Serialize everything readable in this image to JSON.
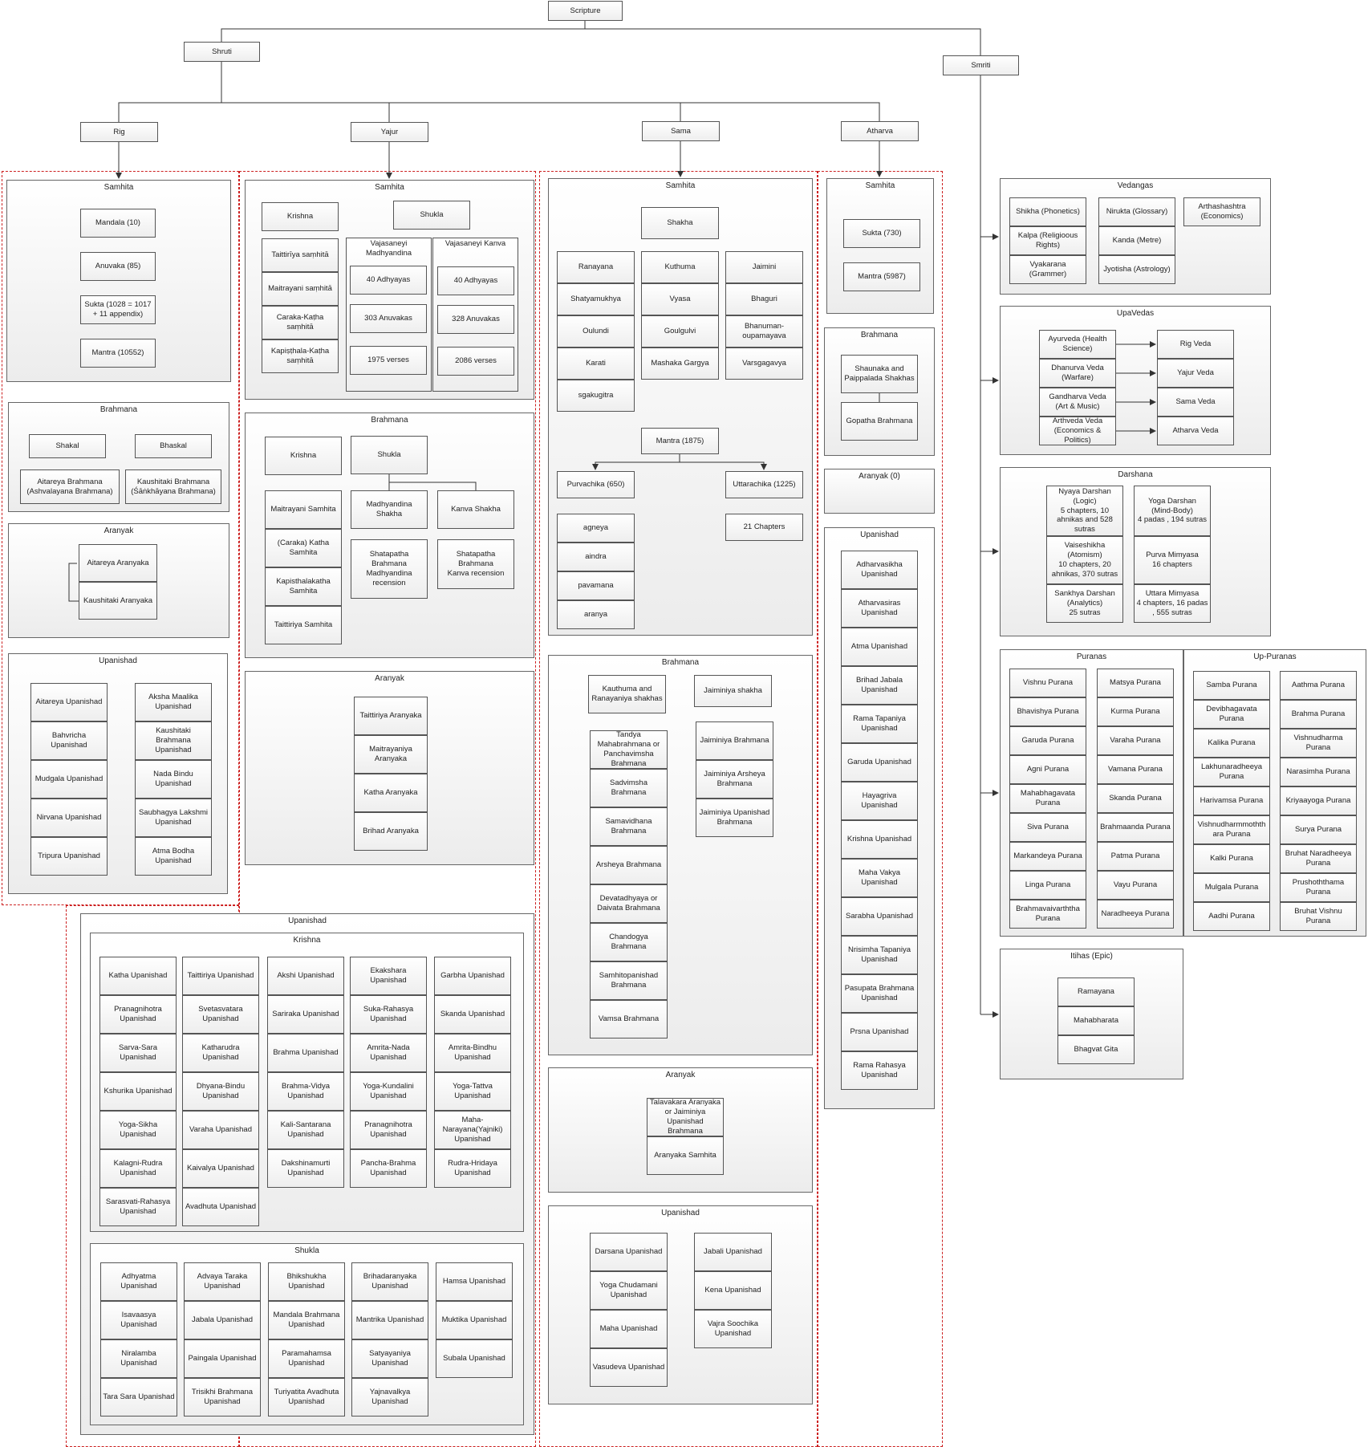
{
  "top": {
    "scripture": "Scripture",
    "shruti": "Shruti",
    "smriti": "Smriti",
    "rig": "Rig",
    "yajur": "Yajur",
    "sama": "Sama",
    "atharva": "Atharva"
  },
  "rig": {
    "samhita": {
      "title": "Samhita",
      "items": [
        "Mandala (10)",
        "Anuvaka (85)",
        "Sukta (1028 = 1017\n+ 11 appendix)",
        "Mantra (10552)"
      ]
    },
    "brahmana": {
      "title": "Brahmana",
      "shakal": "Shakal",
      "bhaskal": "Bhaskal",
      "aitareya": "Aitareya Brahmana\n(Ashvalayana Brahmana)",
      "kaushitaki": "Kaushitaki Brahmana\n(Śāṅkhāyana Brahmana)"
    },
    "aranyak": {
      "title": "Aranyak",
      "items": [
        "Aitareya Aranyaka",
        "Kaushitaki Aranyaka"
      ]
    },
    "upanishad": {
      "title": "Upanishad",
      "col1": [
        "Aitareya Upanishad",
        "Bahvricha\nUpanishad",
        "Mudgala Upanishad",
        "Nirvana Upanishad",
        "Tripura Upanishad"
      ],
      "col2": [
        "Aksha Maalika\nUpanishad",
        "Kaushitaki\nBrahmana\nUpanishad",
        "Nada Bindu\nUpanishad",
        "Saubhagya Lakshmi\nUpanishad",
        "Atma Bodha\nUpanishad"
      ]
    }
  },
  "yajur": {
    "samhita": {
      "title": "Samhita",
      "krishna": "Krishna",
      "shukla": "Shukla",
      "krishna_list": [
        "Taittirīya saṃhitā",
        "Maitrayani saṃhitā",
        "Caraka-Kaṭha\nsaṃhitā",
        "Kapiṣṭhala-Kaṭha\nsaṃhitā"
      ],
      "madh_title": "Vajasaneyi\nMadhyandina",
      "madh": [
        "40 Adhyayas",
        "303 Anuvakas",
        "1975 verses"
      ],
      "kanva_title": "Vajasaneyi Kanva",
      "kanva": [
        "40 Adhyayas",
        "328 Anuvakas",
        "2086 verses"
      ]
    },
    "brahmana": {
      "title": "Brahmana",
      "krishna": "Krishna",
      "shukla": "Shukla",
      "krishna_list": [
        "Maitrayani Samhita",
        "(Caraka) Katha\nSamhita",
        "Kapisthalakatha\nSamhita",
        "Taittiriya Samhita"
      ],
      "madh": "Madhyandina Shakha",
      "kanva": "Kanva Shakha",
      "madh_sub": "Shatapatha\nBrahmana\nMadhyandina\nrecension",
      "kanva_sub": "Shatapatha\nBrahmana\nKanva recension"
    },
    "aranyak": {
      "title": "Aranyak",
      "items": [
        "Taittiriya Aranyaka",
        "Maitrayaniya\nAranyaka",
        "Katha Aranyaka",
        "Brihad Aranyaka"
      ]
    },
    "upanishad": {
      "title": "Upanishad",
      "krishna": {
        "title": "Krishna",
        "cols": [
          [
            "Katha Upanishad",
            "Pranagnihotra\nUpanishad",
            "Sarva-Sara\nUpanishad",
            "Kshurika Upanishad",
            "Yoga-Sikha\nUpanishad",
            "Kalagni-Rudra\nUpanishad",
            "Sarasvati-Rahasya\nUpanishad"
          ],
          [
            "Taittiriya Upanishad",
            "Svetasvatara\nUpanishad",
            "Katharudra\nUpanishad",
            "Dhyana-Bindu\nUpanishad",
            "Varaha Upanishad",
            "Kaivalya Upanishad",
            "Avadhuta Upanishad"
          ],
          [
            "Akshi Upanishad",
            "Sariraka Upanishad",
            "Brahma Upanishad",
            "Brahma-Vidya\nUpanishad",
            "Kali-Santarana\nUpanishad",
            "Dakshinamurti\nUpanishad"
          ],
          [
            "Ekakshara\nUpanishad",
            "Suka-Rahasya\nUpanishad",
            "Amrita-Nada\nUpanishad",
            "Yoga-Kundalini\nUpanishad",
            "Pranagnihotra\nUpanishad",
            "Pancha-Brahma\nUpanishad"
          ],
          [
            "Garbha Upanishad",
            "Skanda Upanishad",
            "Amrita-Bindhu\nUpanishad",
            "Yoga-Tattva\nUpanishad",
            "Maha-\nNarayana(Yajniki)\nUpanishad",
            "Rudra-Hridaya\nUpanishad"
          ]
        ]
      },
      "shukla": {
        "title": "Shukla",
        "cols": [
          [
            "Adhyatma\nUpanishad",
            "Isavaasya Upanishad",
            "Niralamba\nUpanishad",
            "Tara Sara Upanishad"
          ],
          [
            "Advaya Taraka\nUpanishad",
            "Jabala Upanishad",
            "Paingala Upanishad",
            "Trisikhi Brahmana\nUpanishad"
          ],
          [
            "Bhikshukha\nUpanishad",
            "Mandala Brahmana\nUpanishad",
            "Paramahamsa\nUpanishad",
            "Turiyatita Avadhuta\nUpanishad"
          ],
          [
            "Brihadaranyaka\nUpanishad",
            "Mantrika Upanishad",
            "Satyayaniya\nUpanishad",
            "Yajnavalkya\nUpanishad"
          ],
          [
            "Hamsa Upanishad",
            "Muktika Upanishad",
            "Subala Upanishad"
          ]
        ]
      }
    }
  },
  "sama": {
    "samhita": {
      "title": "Samhita",
      "shakha": "Shakha",
      "col1": [
        "Ranayana",
        "Shatyamukhya",
        "Oulundi",
        "Karati",
        "sgakugitra"
      ],
      "col2": [
        "Kuthuma",
        "Vyasa",
        "Goulgulvi",
        "Mashaka Gargya"
      ],
      "col3": [
        "Jaimini",
        "Bhaguri",
        "Bhanuman-\noupamayava",
        "Varsgagavya"
      ],
      "mantra": "Mantra (1875)",
      "purvachika": "Purvachika (650)",
      "uttarachika": "Uttarachika (1225)",
      "purva_list": [
        "agneya",
        "aindra",
        "pavamana",
        "aranya"
      ],
      "chapters": "21 Chapters"
    },
    "brahmana": {
      "title": "Brahmana",
      "kauthuma": "Kauthuma and\nRanayaniya shakhas",
      "jaiminiya": "Jaiminiya shakha",
      "left": [
        "Tandya Mahabrahmana or\nPanchavimsha Brahmana",
        "Sadvimsha Brahmana",
        "Samavidhana\nBrahmana",
        "Arsheya Brahmana",
        "Devatadhyaya or\nDaivata Brahmana",
        "Chandogya Brahmana",
        "Samhitopanishad\nBrahmana",
        "Vamsa Brahmana"
      ],
      "right": [
        "Jaiminiya Brahmana",
        "Jaiminiya Arsheya\nBrahmana",
        "Jaiminiya Upanishad\nBrahmana"
      ]
    },
    "aranyak": {
      "title": "Aranyak",
      "items": [
        "Talavakara Aranyaka\nor Jaiminiya\nUpanishad Brahmana",
        "Aranyaka Samhita"
      ]
    },
    "upanishad": {
      "title": "Upanishad",
      "col1": [
        "Darsana Upanishad",
        "Yoga Chudamani\nUpanishad",
        "Maha Upanishad",
        "Vasudeva Upanishad"
      ],
      "col2": [
        "Jabali Upanishad",
        "Kena Upanishad",
        "Vajra Soochika\nUpanishad"
      ]
    }
  },
  "atharva": {
    "samhita": {
      "title": "Samhita",
      "items": [
        "Sukta (730)",
        "Mantra (5987)"
      ]
    },
    "brahmana": {
      "title": "Brahmana",
      "items": [
        "Shaunaka and\nPaippalada Shakhas",
        "Gopatha Brahmana"
      ]
    },
    "aranyak": {
      "title": "Aranyak (0)"
    },
    "upanishad": {
      "title": "Upanishad",
      "items": [
        "Adharvasikha\nUpanishad",
        "Atharvasiras\nUpanishad",
        "Atma Upanishad",
        "Brihad Jabala\nUpanishad",
        "Rama Tapaniya\nUpanishad",
        "Garuda Upanishad",
        "Hayagriva\nUpanishad",
        "Krishna Upanishad",
        "Maha Vakya\nUpanishad",
        "Sarabha Upanishad",
        "Nrisimha Tapaniya\nUpanishad",
        "Pasupata Brahmana\nUpanishad",
        "Prsna Upanishad",
        "Rama Rahasya\nUpanishad"
      ]
    }
  },
  "smriti": {
    "vedangas": {
      "title": "Vedangas",
      "col1": [
        "Shikha (Phonetics)",
        "Kalpa (Religioous\nRights)",
        "Vyakarana\n(Grammer)"
      ],
      "col2": [
        "Nirukta (Glossary)",
        "Kanda (Metre)",
        "Jyotisha (Astrology)"
      ],
      "extra": "Arthashashtra\n(Economics)"
    },
    "upavedas": {
      "title": "UpaVedas",
      "left": [
        "Ayurveda (Health\nScience)",
        "Dhanurva Veda\n(Warfare)",
        "Gandharva Veda\n(Art & Music)",
        "Arthveda Veda\n(Economics &\nPolitics)"
      ],
      "right": [
        "Rig Veda",
        "Yajur Veda",
        "Sama Veda",
        "Atharva Veda"
      ]
    },
    "darshana": {
      "title": "Darshana",
      "left": [
        "Nyaya Darshan\n(Logic)\n5 chapters, 10\nahnikas and 528\nsutras",
        "Vaiseshikha\n(Atomism)\n10 chapters, 20\nahnikas, 370 sutras",
        "Sankhya Darshan\n(Analytics)\n25 sutras"
      ],
      "right": [
        "Yoga Darshan\n(Mind-Body)\n4 padas , 194 sutras",
        "Purva Mimyasa\n16 chapters",
        "Uttara Mimyasa\n4 chapters, 16 padas\n, 555 sutras"
      ]
    },
    "puranas": {
      "title": "Puranas",
      "col1": [
        "Vishnu Purana",
        "Bhavishya Purana",
        "Garuda Purana",
        "Agni Purana",
        "Mahabhagavata\nPurana",
        "Siva Purana",
        "Markandeya Purana",
        "Linga Purana",
        "Brahmavaivarththa\nPurana"
      ],
      "col2": [
        "Matsya Purana",
        "Kurma Purana",
        "Varaha Purana",
        "Vamana Purana",
        "Skanda Purana",
        "Brahmaanda Purana",
        "Patma Purana",
        "Vayu Purana",
        "Naradheeya Purana"
      ]
    },
    "uppuranas": {
      "title": "Up-Puranas",
      "col1": [
        "Samba Purana",
        "Devibhagavata\nPurana",
        "Kalika Purana",
        "Lakhunaradheeya\nPurana",
        "Harivamsa Purana",
        "Vishnudharmmothth\nara Purana",
        "Kalki Purana",
        "Mulgala Purana",
        "Aadhi Purana"
      ],
      "col2": [
        "Aathma Purana",
        "Brahma Purana",
        "Vishnudharma\nPurana",
        "Narasimha Purana",
        "Kriyaayoga Purana",
        "Surya Purana",
        "Bruhat Naradheeya\nPurana",
        "Prushoththama\nPurana",
        "Bruhat Vishnu\nPurana"
      ]
    },
    "itihas": {
      "title": "Itihas (Epic)",
      "items": [
        "Ramayana",
        "Mahabharata",
        "Bhagvat Gita"
      ]
    }
  }
}
